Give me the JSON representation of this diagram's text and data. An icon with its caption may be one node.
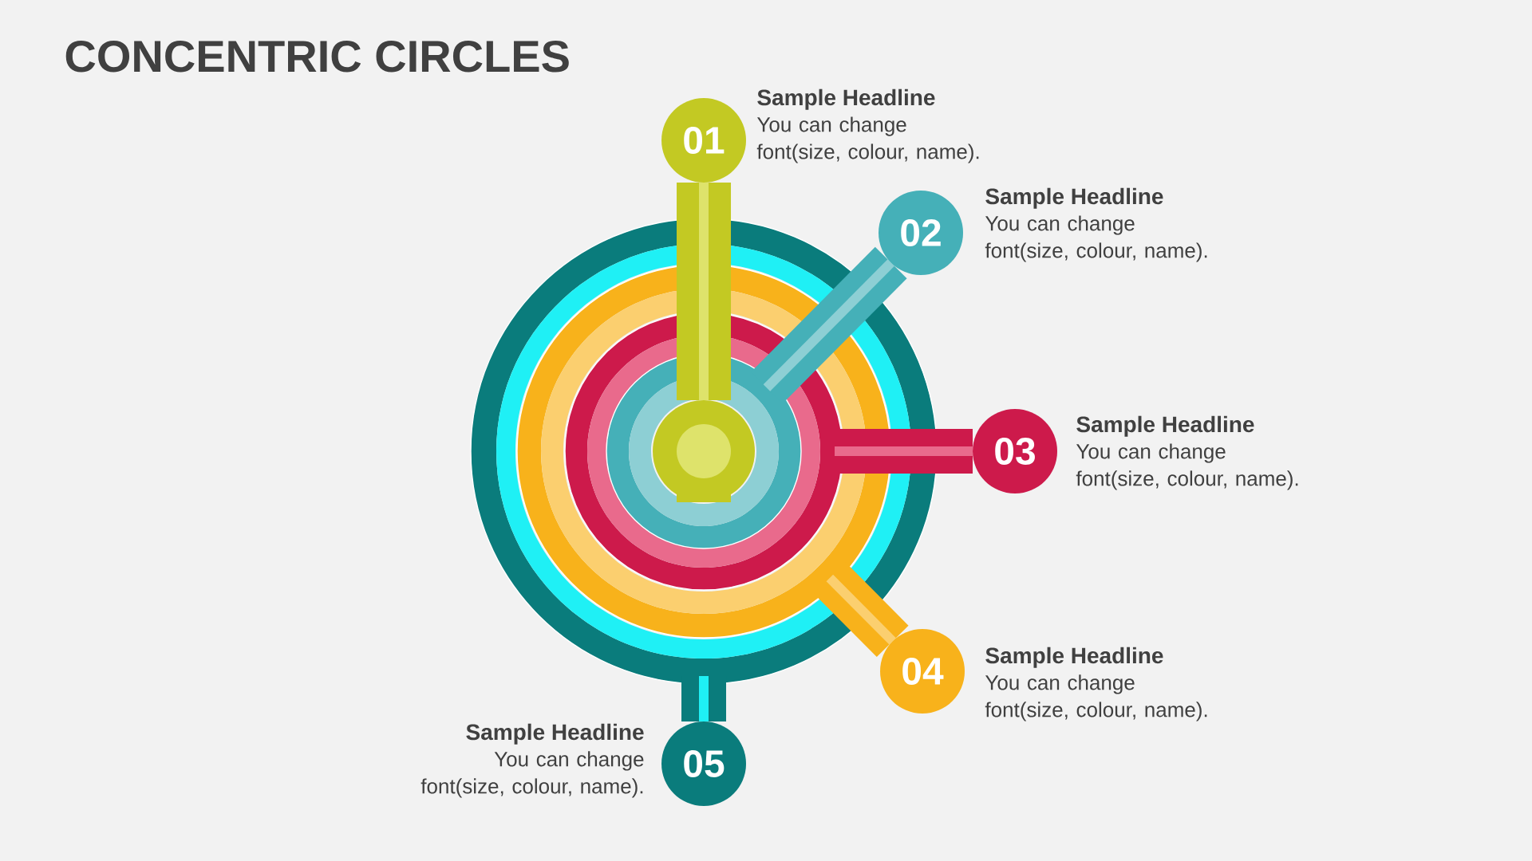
{
  "diagram": {
    "title": "CONCENTRIC CIRCLES",
    "nodes": [
      {
        "text": [],
        "shape": "ring"
      },
      {
        "text": [],
        "shape": "ring",
        "in": 0
      },
      {
        "text": [],
        "shape": "ring",
        "in": 1
      },
      {
        "text": [],
        "shape": "ring",
        "in": 2
      },
      {
        "text": [],
        "shape": "circle",
        "in": 3
      },
      {
        "text": [
          "01"
        ],
        "beside": [
          "Sample Headline",
          "You can change font(size, colour, name)."
        ]
      },
      {
        "text": [
          "02"
        ],
        "beside": [
          "Sample Headline",
          "You can change font(size, colour, name)."
        ]
      },
      {
        "text": [
          "03"
        ],
        "beside": [
          "Sample Headline",
          "You can change font(size, colour, name)."
        ]
      },
      {
        "text": [
          "04"
        ],
        "beside": [
          "Sample Headline",
          "You can change font(size, colour, name)."
        ]
      },
      {
        "text": [
          "05"
        ],
        "beside": [
          "Sample Headline",
          "You can change font(size, colour, name)."
        ]
      }
    ],
    "edges": [
      {
        "from": 4,
        "to": 5,
        "arrow": "none",
        "color": "#c3c923"
      },
      {
        "from": 3,
        "to": 6,
        "arrow": "none",
        "color": "#45b0b8"
      },
      {
        "from": 2,
        "to": 7,
        "arrow": "none",
        "color": "#cd1a4b"
      },
      {
        "from": 1,
        "to": 8,
        "arrow": "none",
        "color": "#f8b21b"
      },
      {
        "from": 0,
        "to": 9,
        "arrow": "none",
        "color": "#0a7c7c"
      }
    ]
  }
}
